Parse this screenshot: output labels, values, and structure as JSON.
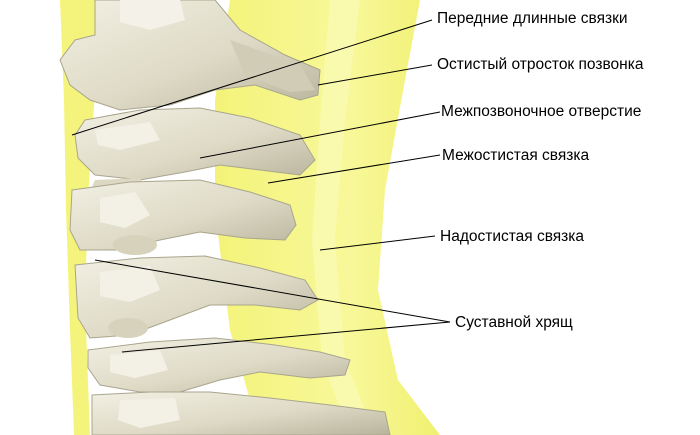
{
  "labels": {
    "anterior_longitudinal": "Передние длинные связки",
    "spinous_process": "Остистый отросток позвонка",
    "intervertebral_foramen": "Межпозвоночное отверстие",
    "interspinous_ligament": "Межостистая связка",
    "supraspinous_ligament": "Надостистая связка",
    "articular_cartilage": "Суставной хрящ"
  },
  "colors": {
    "ligament_yellow": "#f6f68a",
    "ligament_highlight": "#ffffc8",
    "bone_fill": "#e8e5d3",
    "bone_shadow": "#b9b59c",
    "leader_line": "#000000"
  }
}
